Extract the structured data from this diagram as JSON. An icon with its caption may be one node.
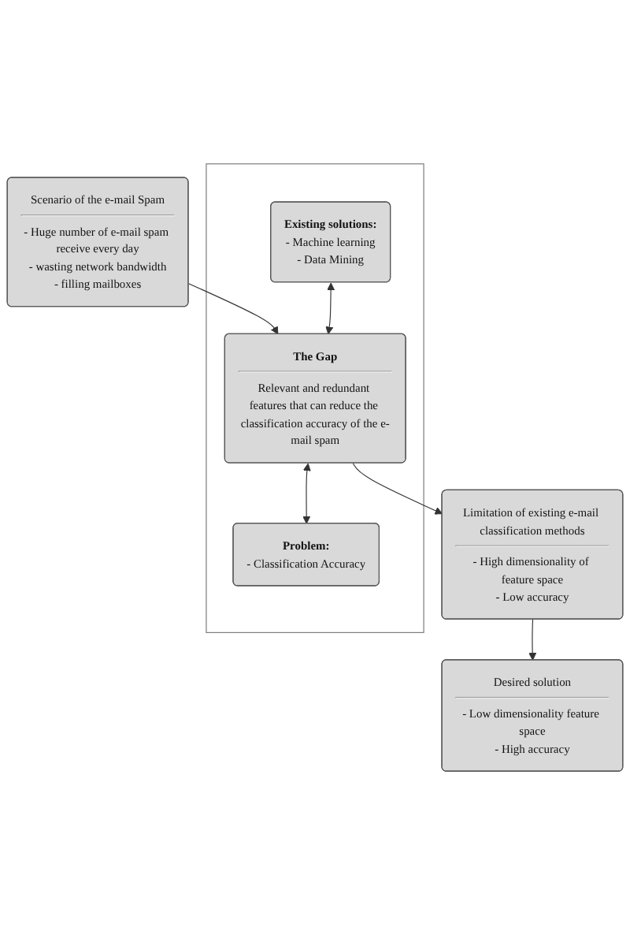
{
  "diagram": {
    "nodes": [
      {
        "text": [
          "Scenario of the e-mail Spam",
          "- Huge number of e-mail spam receive every day",
          "- wasting network bandwidth",
          "- filling mailboxes"
        ]
      },
      {
        "text": [],
        "shape": "box"
      },
      {
        "text": [
          "Existing solutions:",
          "- Machine learning",
          "- Data Mining"
        ],
        "in": 1
      },
      {
        "text": [
          "The Gap",
          "Relevant and redundant features that can reduce the classification accuracy of the e-mail spam"
        ],
        "in": 1
      },
      {
        "text": [
          "Problem:",
          "- Classification Accuracy"
        ],
        "in": 1
      },
      {
        "text": [
          "Limitation of existing e-mail classification methods",
          "- High dimensionality of feature space",
          "- Low accuracy"
        ]
      },
      {
        "text": [
          "Desired solution",
          "- Low dimensionality feature space",
          "- High accuracy"
        ]
      }
    ],
    "edges": [
      {
        "from": 0,
        "to": 3,
        "arrow": "to"
      },
      {
        "from": 2,
        "to": 3,
        "arrow": "both"
      },
      {
        "from": 3,
        "to": 4,
        "arrow": "both"
      },
      {
        "from": 3,
        "to": 5,
        "arrow": "to"
      },
      {
        "from": 5,
        "to": 6,
        "arrow": "to"
      }
    ]
  }
}
